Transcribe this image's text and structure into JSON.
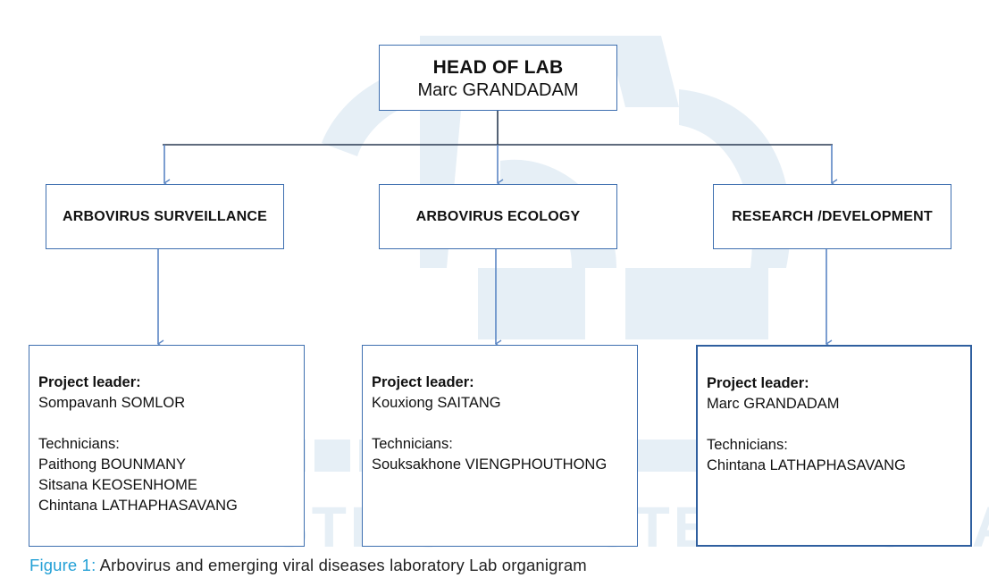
{
  "head": {
    "title": "HEAD OF LAB",
    "name": "Marc GRANDADAM"
  },
  "departments": [
    {
      "label": "ARBOVIRUS SURVEILLANCE"
    },
    {
      "label": "ARBOVIRUS ECOLOGY"
    },
    {
      "label": "RESEARCH /DEVELOPMENT"
    }
  ],
  "teams": [
    {
      "leader_title": "Project leader:",
      "leader_name": "Sompavanh SOMLOR",
      "tech_title": "Technicians:",
      "technicians": [
        "Paithong BOUNMANY",
        "Sitsana KEOSENHOME",
        "Chintana LATHAPHASAVANG"
      ]
    },
    {
      "leader_title": "Project leader:",
      "leader_name": "Kouxiong SAITANG",
      "tech_title": "Technicians:",
      "technicians": [
        "Souksakhone VIENGPHOUTHONG"
      ]
    },
    {
      "leader_title": "Project leader:",
      "leader_name": "Marc GRANDADAM",
      "tech_title": "Technicians:",
      "technicians": [
        "Chintana LATHAPHASAVANG"
      ]
    }
  ],
  "caption": {
    "figure_label": "Figure 1:",
    "text": " Arbovirus and emerging viral diseases laboratory Lab organigram"
  },
  "watermark": {
    "text": "INSTITUT PASTEUR DU LAOS",
    "color": "#e3edf5"
  },
  "colors": {
    "box_border": "#3e6fb0",
    "connector": "#2a3a52",
    "arrow": "#5b86c4",
    "caption_label": "#23a0d6"
  }
}
